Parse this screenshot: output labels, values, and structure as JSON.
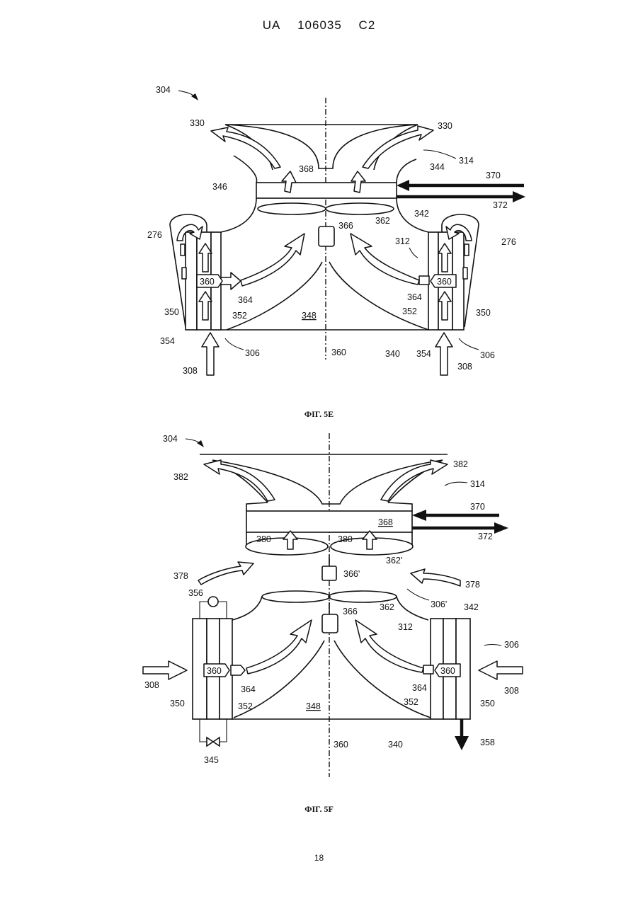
{
  "header": {
    "country": "UA",
    "number": "106035",
    "kind": "C2"
  },
  "figures": [
    {
      "caption": "ФІГ. 5E",
      "labels": {
        "l304": "304",
        "l330a": "330",
        "l330b": "330",
        "l314": "314",
        "l344": "344",
        "l368": "368",
        "l370": "370",
        "l372": "372",
        "l346": "346",
        "l342": "342",
        "l362": "362",
        "l366": "366",
        "l276a": "276",
        "l276b": "276",
        "l312": "312",
        "l360a": "360",
        "l360b": "360",
        "l364a": "364",
        "l364b": "364",
        "l350a": "350",
        "l350b": "350",
        "l352a": "352",
        "l352b": "352",
        "l348": "348",
        "l354a": "354",
        "l354b": "354",
        "l306a": "306",
        "l306b": "306",
        "l308a": "308",
        "l308b": "308",
        "l360c": "360",
        "l340": "340"
      }
    },
    {
      "caption": "ФІГ. 5F",
      "labels": {
        "l304": "304",
        "l382a": "382",
        "l382b": "382",
        "l314": "314",
        "l370": "370",
        "l372": "372",
        "l368": "368",
        "l380a": "380",
        "l380b": "380",
        "l362p": "362'",
        "l366p": "366'",
        "l378a": "378",
        "l378b": "378",
        "l356": "356",
        "l366": "366",
        "l362": "362",
        "l306p": "306'",
        "l342": "342",
        "l312": "312",
        "l306": "306",
        "l360a": "360",
        "l360b": "360",
        "l308a": "308",
        "l308b": "308",
        "l364a": "364",
        "l364b": "364",
        "l350a": "350",
        "l350b": "350",
        "l352a": "352",
        "l352b": "352",
        "l348": "348",
        "l360c": "360",
        "l340": "340",
        "l358": "358",
        "l345": "345"
      }
    }
  ],
  "page_number": "18"
}
